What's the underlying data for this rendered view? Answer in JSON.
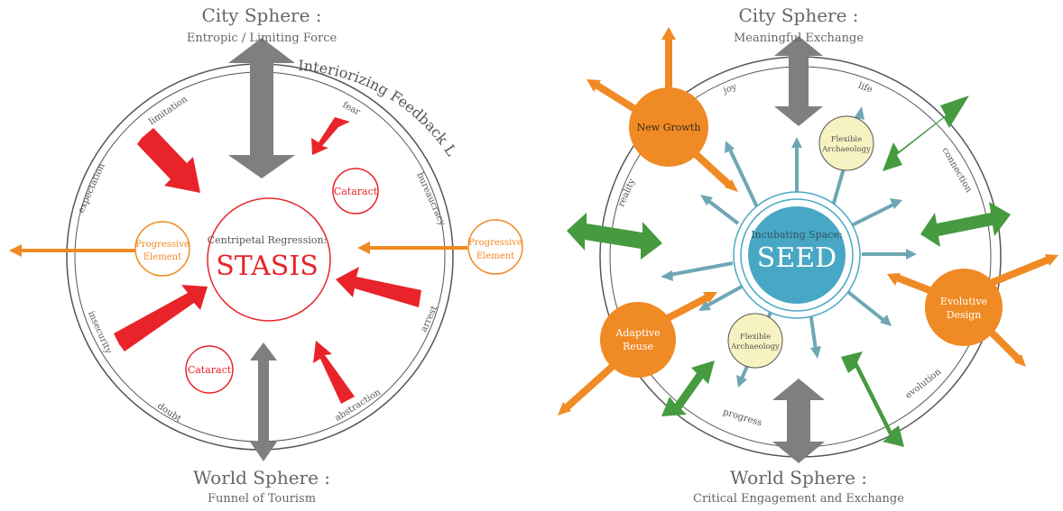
{
  "colors": {
    "red": "#e8232a",
    "orange": "#f08a24",
    "gray": "#7f7f7f",
    "green": "#469a3f",
    "teal": "#6ea7b3",
    "seed": "#48a7c4",
    "ring": "#555555",
    "pale": "#f7f2c2"
  },
  "left": {
    "top_title": "City Sphere :",
    "top_subtitle": "Entropic / Limiting Force",
    "bottom_title": "World Sphere :",
    "bottom_subtitle": "Funnel of Tourism",
    "loop_label": "Interiorizing Feedback Loop",
    "center_label": "Centripetal Regression:",
    "center_title": "STASIS",
    "cataract_top": "Cataract",
    "cataract_bottom": "Cataract",
    "progressive_left": [
      "Progressive",
      "Element"
    ],
    "progressive_right": [
      "Progressive",
      "Element"
    ],
    "ring_words": {
      "limitation": "limitation",
      "fear": "fear",
      "expectation": "expectation",
      "bureaucracy": "bureaucracy",
      "insecurity": "insecurity",
      "arrest": "arrest",
      "doubt": "doubt",
      "abstraction": "abstraction"
    }
  },
  "right": {
    "top_title": "City Sphere :",
    "top_subtitle": "Meaningful Exchange",
    "bottom_title": "World Sphere :",
    "bottom_subtitle": "Critical Engagement and Exchange",
    "seed_label": "Incubating Space:",
    "seed_title": "SEED",
    "new_growth": "New Growth",
    "adaptive_reuse": [
      "Adaptive",
      "Reuse"
    ],
    "evolutive_design": [
      "Evolutive",
      "Design"
    ],
    "flexible_top": [
      "Flexible",
      "Archaeology"
    ],
    "flexible_bottom": [
      "Flexible",
      "Archaeology"
    ],
    "ring_words": {
      "joy": "joy",
      "life": "life",
      "reality": "reality",
      "connection": "connection",
      "progress": "progress",
      "evolution": "evolution"
    }
  }
}
